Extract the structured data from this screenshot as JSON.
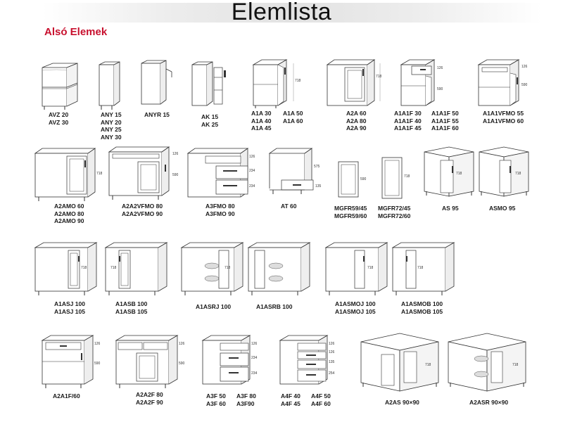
{
  "page": {
    "title": "Elemlista",
    "subtitle": "Alsó Elemek"
  },
  "items": [
    {
      "id": "avz",
      "lines": [
        "AVZ 20",
        "AVZ 30"
      ]
    },
    {
      "id": "any",
      "lines": [
        "ANY 15",
        "ANY 20",
        "ANY 25",
        "ANY 30"
      ]
    },
    {
      "id": "anyr",
      "lines": [
        "ANYR 15"
      ]
    },
    {
      "id": "ak",
      "lines": [
        "AK 15",
        "AK 25"
      ]
    },
    {
      "id": "a1a_col1",
      "lines": [
        "A1A 30",
        "A1A 40",
        "A1A 45"
      ]
    },
    {
      "id": "a1a_col2",
      "lines": [
        "A1A 50",
        "A1A 60"
      ]
    },
    {
      "id": "a2a",
      "lines": [
        "A2A 60",
        "A2A 80",
        "A2A 90"
      ]
    },
    {
      "id": "a1a1f_col1",
      "lines": [
        "A1A1F 30",
        "A1A1F 40",
        "A1A1F 45"
      ]
    },
    {
      "id": "a1a1f_col2",
      "lines": [
        "A1A1F 50",
        "A1A1F 55",
        "A1A1F 60"
      ]
    },
    {
      "id": "a1a1vfmo",
      "lines": [
        "A1A1VFMO 55",
        "A1A1VFMO 60"
      ]
    },
    {
      "id": "a2amo",
      "lines": [
        "A2AMO 60",
        "A2AMO 80",
        "A2AMO 90"
      ]
    },
    {
      "id": "a2a2vfmo",
      "lines": [
        "A2A2VFMO 80",
        "A2A2VFMO 90"
      ]
    },
    {
      "id": "a3fmo",
      "lines": [
        "A3FMO 80",
        "A3FMO 90"
      ]
    },
    {
      "id": "at",
      "lines": [
        "AT 60"
      ]
    },
    {
      "id": "mgfr59",
      "lines": [
        "MGFR59/45",
        "MGFR59/60"
      ]
    },
    {
      "id": "mgfr72",
      "lines": [
        "MGFR72/45",
        "MGFR72/60"
      ]
    },
    {
      "id": "as",
      "lines": [
        "AS 95"
      ]
    },
    {
      "id": "asmo",
      "lines": [
        "ASMO 95"
      ]
    },
    {
      "id": "a1asj",
      "lines": [
        "A1ASJ 100",
        "A1ASJ 105"
      ]
    },
    {
      "id": "a1asb",
      "lines": [
        "A1ASB 100",
        "A1ASB 105"
      ]
    },
    {
      "id": "a1asrj",
      "lines": [
        "A1ASRJ 100"
      ]
    },
    {
      "id": "a1asrb",
      "lines": [
        "A1ASRB 100"
      ]
    },
    {
      "id": "a1asmoj",
      "lines": [
        "A1ASMOJ 100",
        "A1ASMOJ 105"
      ]
    },
    {
      "id": "a1asmob",
      "lines": [
        "A1ASMOB 100",
        "A1ASMOB 105"
      ]
    },
    {
      "id": "a2a1f",
      "lines": [
        "A2A1F/60"
      ]
    },
    {
      "id": "a2a2f",
      "lines": [
        "A2A2F 80",
        "A2A2F 90"
      ]
    },
    {
      "id": "a3f_col1",
      "lines": [
        "A3F 50",
        "A3F 60"
      ]
    },
    {
      "id": "a3f_col2",
      "lines": [
        "A3F 80",
        "A3F90"
      ]
    },
    {
      "id": "a4f_col1",
      "lines": [
        "A4F 40",
        "A4F 45"
      ]
    },
    {
      "id": "a4f_col2",
      "lines": [
        "A4F 50",
        "A4F 60"
      ]
    },
    {
      "id": "a2as",
      "lines": [
        "A2AS 90×90"
      ]
    },
    {
      "id": "a2asr",
      "lines": [
        "A2ASR 90×90"
      ]
    }
  ],
  "dimensions": {
    "d718": "718",
    "d590": "590",
    "d126": "126",
    "d234": "234",
    "d135": "135",
    "d254": "254"
  }
}
